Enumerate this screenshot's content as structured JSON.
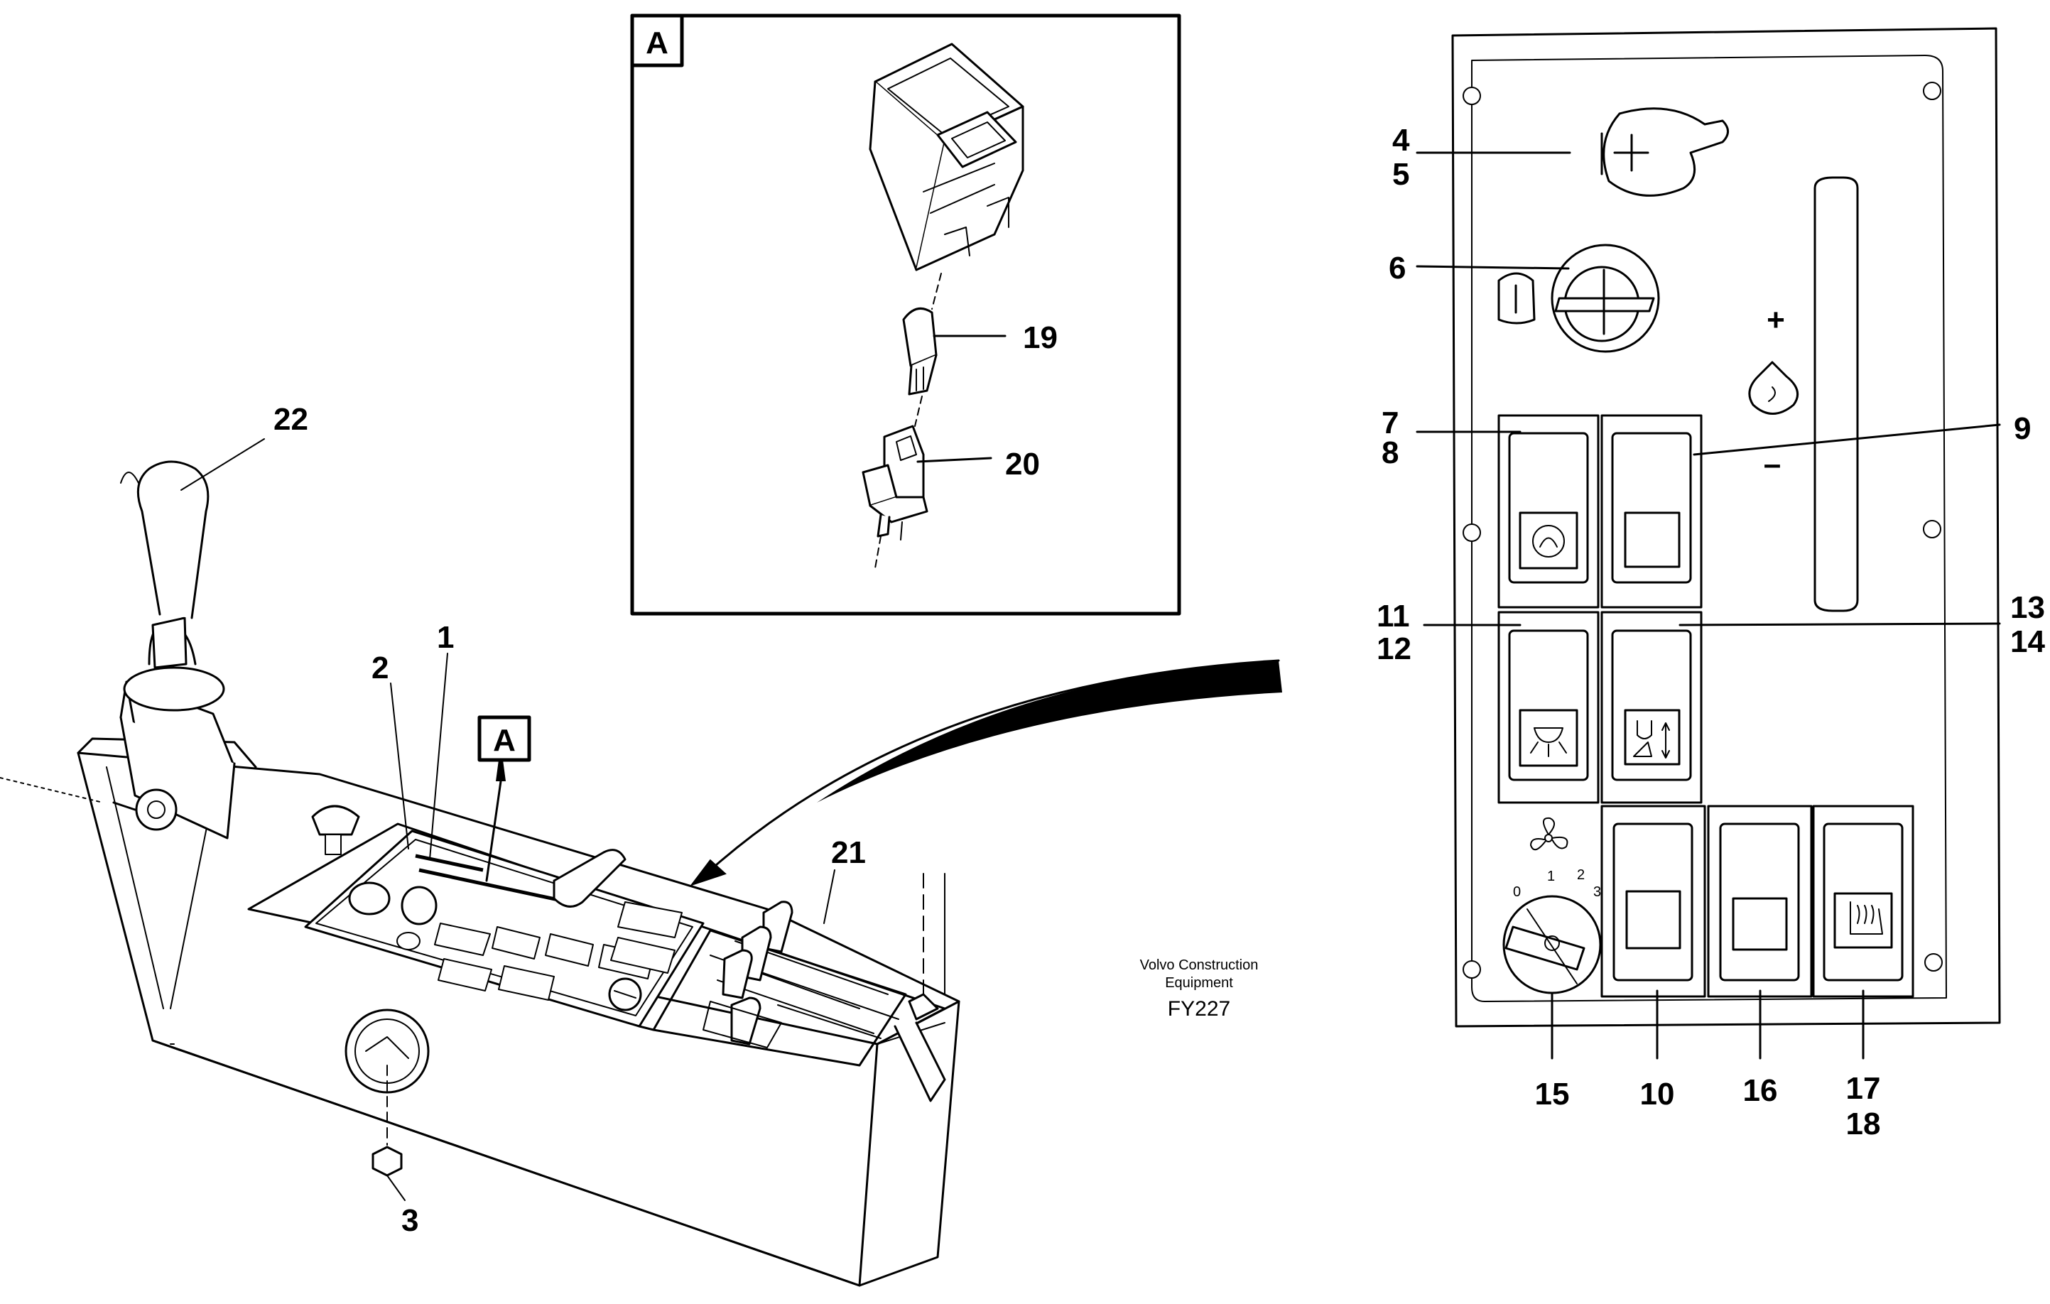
{
  "callouts": {
    "c1": "1",
    "c2": "2",
    "c3": "3",
    "c4": "4",
    "c5": "5",
    "c6": "6",
    "c7": "7",
    "c8": "8",
    "c9": "9",
    "c10": "10",
    "c11": "11",
    "c12": "12",
    "c13": "13",
    "c14": "14",
    "c15": "15",
    "c16": "16",
    "c17": "17",
    "c18": "18",
    "c19": "19",
    "c20": "20",
    "c21": "21",
    "c22": "22"
  },
  "detail_view": {
    "label": "A"
  },
  "console_marker": {
    "label": "A"
  },
  "caption": {
    "line1": "Volvo Construction",
    "line2": "Equipment",
    "code": "FY227"
  },
  "panel": {
    "plus_sign": "+",
    "minus_sign": "–",
    "fan_dial_positions": [
      "0",
      "1",
      "2",
      "3"
    ]
  },
  "icons": {
    "battery_switch": "battery-switch-icon",
    "ignition": "ignition-key-icon",
    "preheat": "glow-plug-icon",
    "work_light": "work-light-icon",
    "seat_heater": "seat-heater-icon",
    "fan": "fan-icon",
    "rocker_switch": "rocker-switch-icon"
  }
}
